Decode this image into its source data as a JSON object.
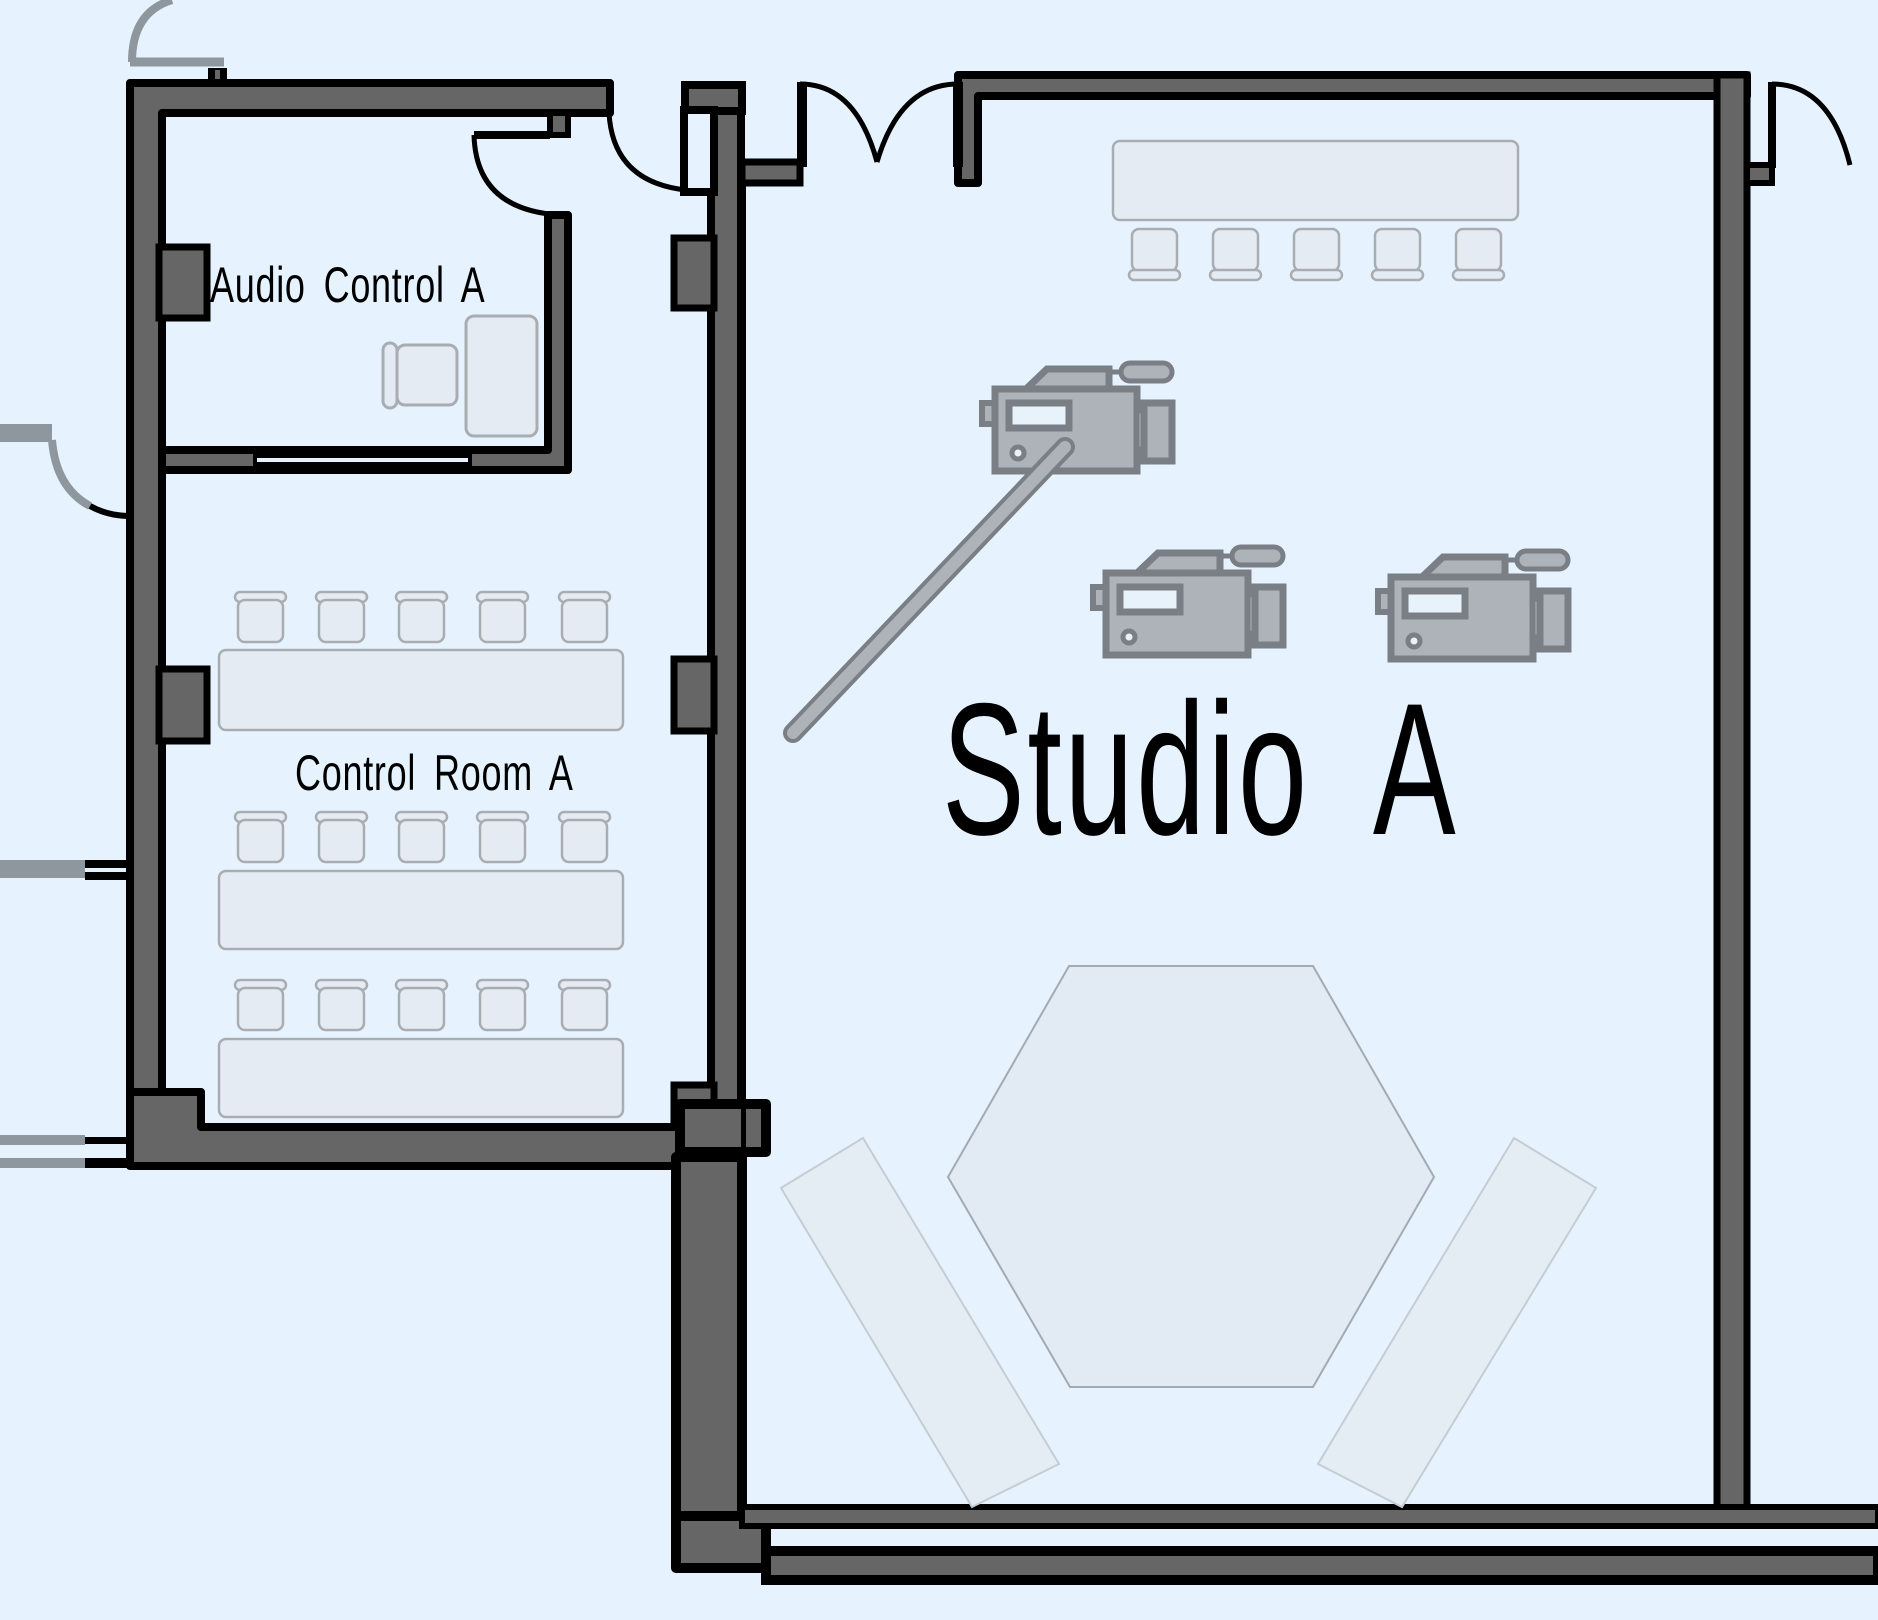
{
  "floor_plan": {
    "background_color": "#e6f3fe",
    "wall_fill_color": "#666666",
    "wall_outline_color": "#000000",
    "furniture_fill_color": "#e4ebf3",
    "furniture_stroke_color": "#a9adb2",
    "camera_fill_color": "#aeb2b9",
    "camera_stroke_color": "#7a7e85",
    "rooms": [
      {
        "id": "audio-control-a",
        "label": "Audio Control A",
        "furniture": {
          "desks": 1,
          "chairs": 1
        }
      },
      {
        "id": "control-room-a",
        "label": "Control Room A",
        "furniture": {
          "desk_rows": 3,
          "chairs_per_row": 5
        }
      },
      {
        "id": "studio-a",
        "label": "Studio A",
        "furniture": {
          "long_table": 1,
          "table_chairs": 5,
          "cameras": 3,
          "camera_jib": 1,
          "hexagonal_set_platform": 1,
          "angled_set_panels": 2
        }
      }
    ],
    "icons": [
      "studio-camera-icon",
      "studio-camera-icon",
      "studio-camera-icon"
    ]
  }
}
